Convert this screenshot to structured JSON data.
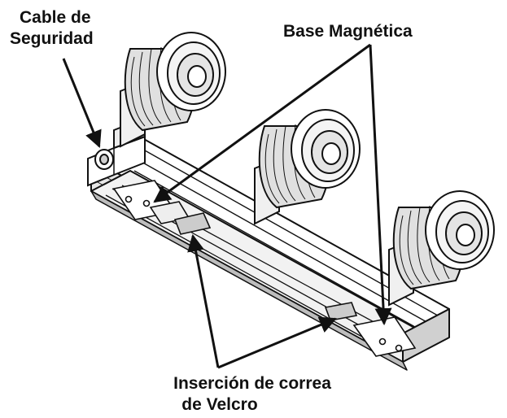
{
  "callouts": {
    "safety_cable": [
      "Cable de",
      "Seguridad"
    ],
    "magnetic_base": "Base Magnética",
    "velcro_strap": [
      "Inserción de correa",
      "de Velcro"
    ]
  },
  "colors": {
    "line": "#111111",
    "body": "#ffffff",
    "shade": "#d9d9d9",
    "dark": "#9a9a9a"
  }
}
